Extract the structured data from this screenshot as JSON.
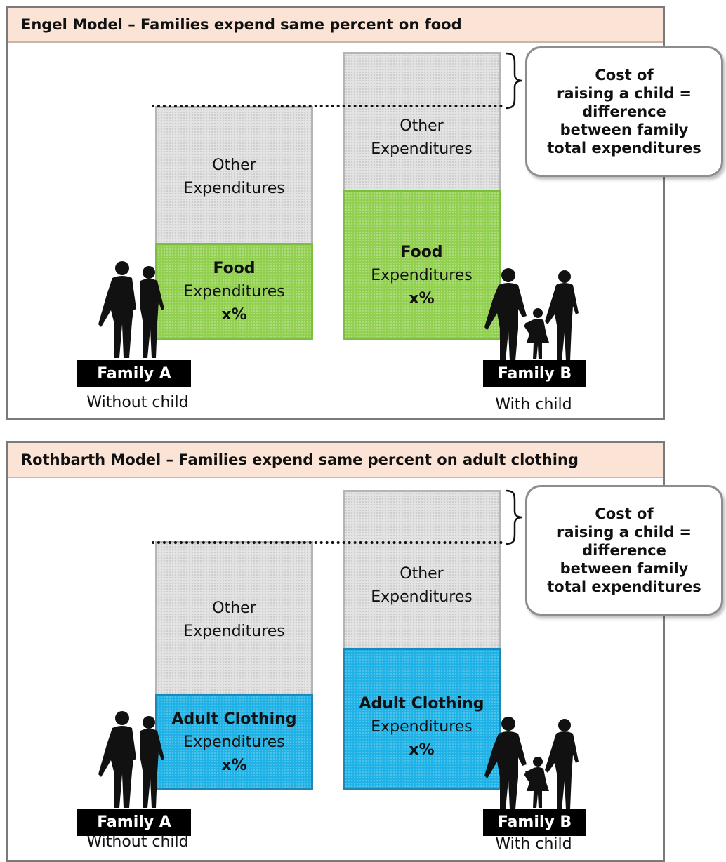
{
  "panels": [
    {
      "title": "Engel Model – Families expend same percent on food",
      "family_a": {
        "other_label_1": "Other",
        "other_label_2": "Expenditures",
        "share_label_1": "Food",
        "share_label_2": "Expenditures",
        "share_label_3": "x%",
        "name": "Family A",
        "subtitle": "Without child"
      },
      "family_b": {
        "other_label_1": "Other",
        "other_label_2": "Expenditures",
        "share_label_1": "Food",
        "share_label_2": "Expenditures",
        "share_label_3": "x%",
        "name": "Family B",
        "subtitle": "With child"
      },
      "callout": [
        "Cost of",
        "raising a child =",
        "difference",
        "between family",
        "total expenditures"
      ],
      "share_color": "#92d050"
    },
    {
      "title": "Rothbarth Model – Families expend same percent on adult clothing",
      "family_a": {
        "other_label_1": "Other",
        "other_label_2": "Expenditures",
        "share_label_1": "Adult Clothing",
        "share_label_2": "Expenditures",
        "share_label_3": "x%",
        "name": "Family A",
        "subtitle": "Without child"
      },
      "family_b": {
        "other_label_1": "Other",
        "other_label_2": "Expenditures",
        "share_label_1": "Adult Clothing",
        "share_label_2": "Expenditures",
        "share_label_3": "x%",
        "name": "Family B",
        "subtitle": "With child"
      },
      "callout": [
        "Cost of",
        "raising a child =",
        "difference",
        "between family",
        "total expenditures"
      ],
      "share_color": "#20b2e6"
    }
  ],
  "icons": [
    "two-adults-silhouette-icon",
    "family-with-child-silhouette-icon",
    "curly-brace-icon"
  ],
  "colors": {
    "header_fill": "#fbe4d5",
    "other_fill": "#e3e3e3",
    "food_fill": "#92d050",
    "clothing_fill": "#20b2e6",
    "label_fill": "#000000"
  }
}
